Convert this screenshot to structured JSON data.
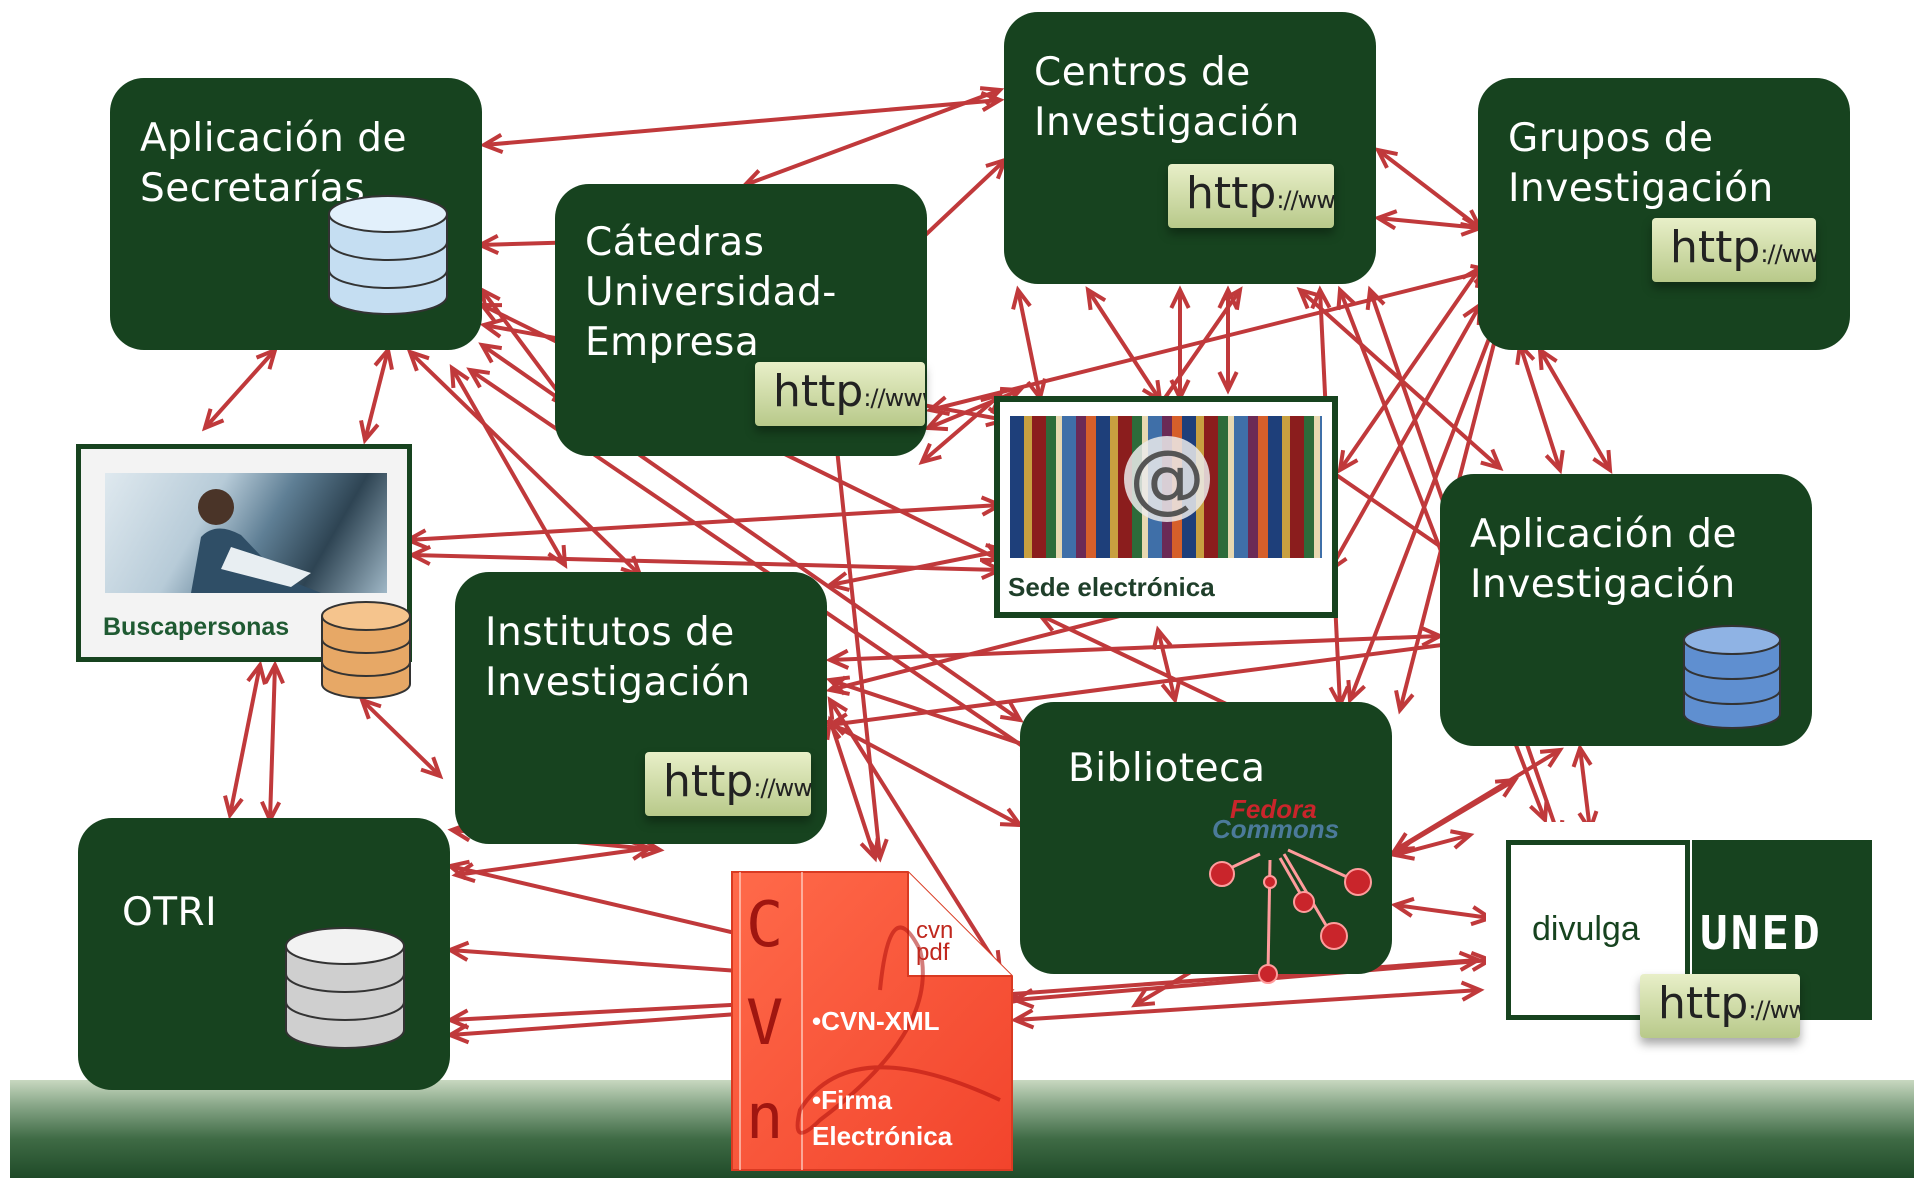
{
  "nodes": {
    "aplicacion_secretarias": {
      "label": "Aplicación de\nSecretarías"
    },
    "catedras": {
      "label": "Cátedras\nUniversidad-\nEmpresa",
      "badge": "http://www"
    },
    "centros": {
      "label": "Centros de\nInvestigación",
      "badge": "http://www"
    },
    "grupos": {
      "label": "Grupos de\nInvestigación",
      "badge": "http://www"
    },
    "buscapersonas": {
      "label": "Buscapersonas"
    },
    "sede": {
      "label": "Sede electrónica"
    },
    "aplicacion_investigacion": {
      "label": "Aplicación de\nInvestigación"
    },
    "institutos": {
      "label": "Institutos de\nInvestigación",
      "badge": "http://www"
    },
    "biblioteca": {
      "label": "Biblioteca",
      "logo_line1": "Fedora",
      "logo_line2": "Commons"
    },
    "otri": {
      "label": "OTRI"
    },
    "cvn": {
      "letters": [
        "C",
        "V",
        "n"
      ],
      "corner": "cvn\npdf",
      "item1": "•CVN-XML",
      "item2": "•Firma\nElectrónica"
    },
    "divulga": {
      "left": "divulga",
      "right": "UNED",
      "badge": "http://www"
    }
  },
  "colors": {
    "node_fill": "#17431f",
    "arrow": "#c0393b",
    "footer_dark": "#1f4a28"
  }
}
